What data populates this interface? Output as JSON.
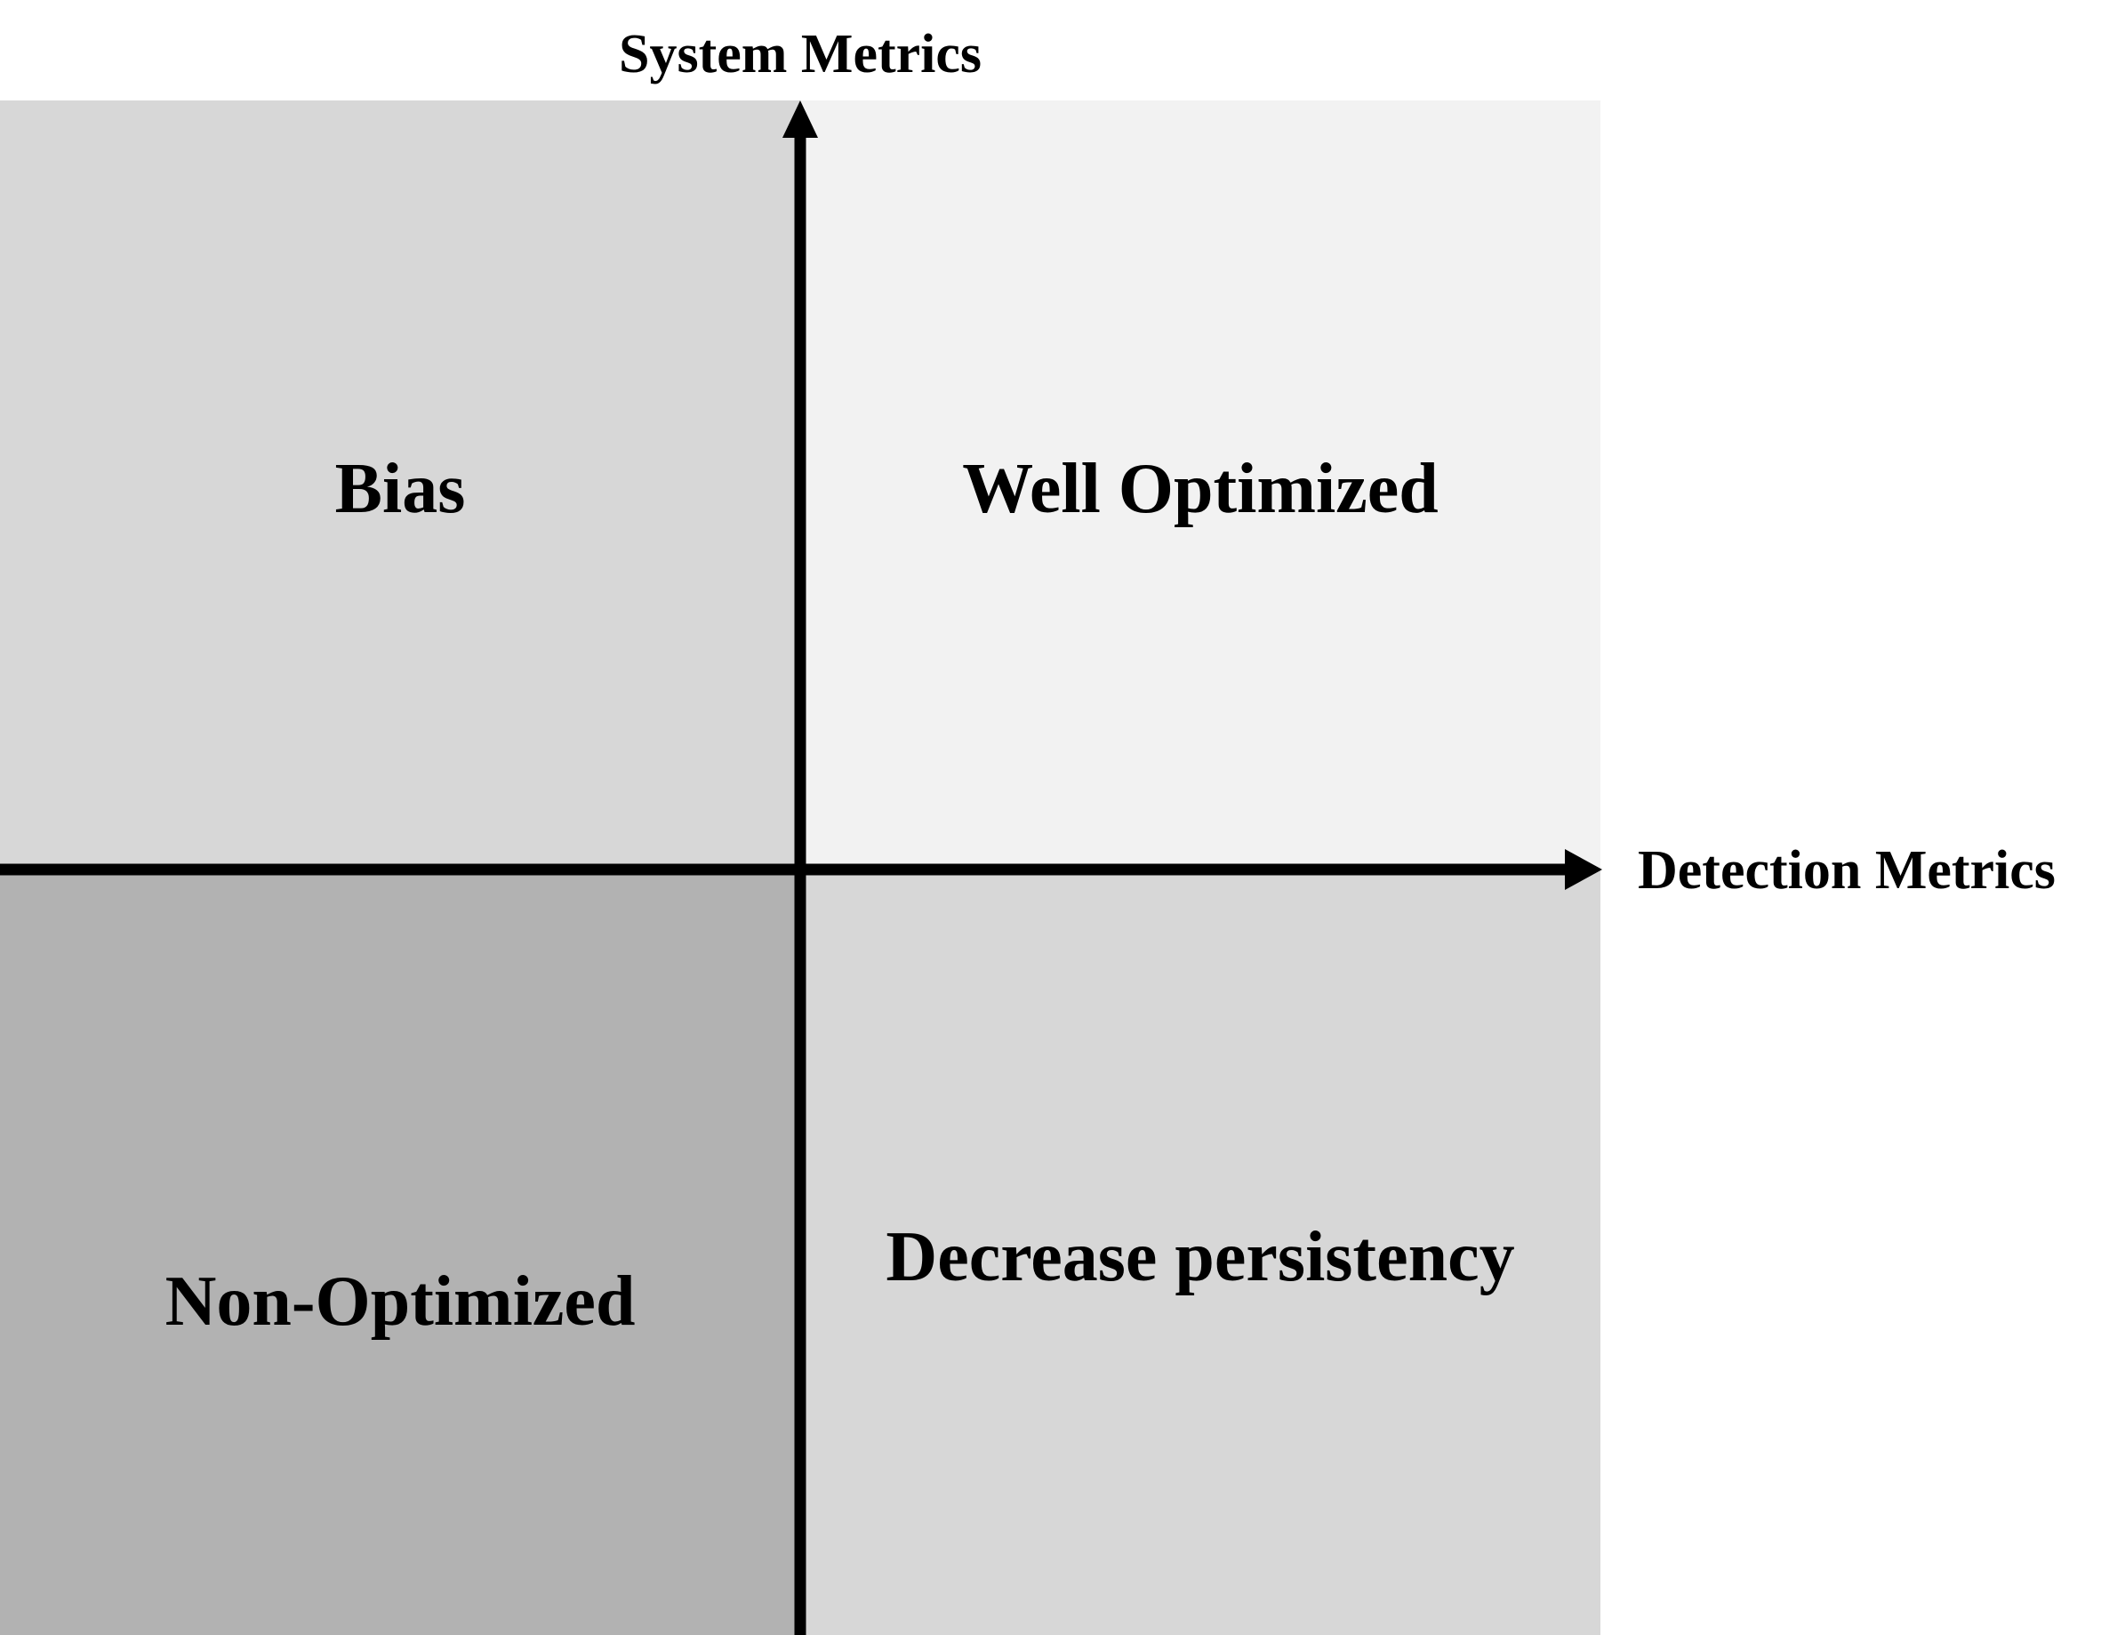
{
  "axes": {
    "x_title": "Detection Metrics",
    "y_title": "System Metrics"
  },
  "quadrants": {
    "top_left": {
      "label": "Bias",
      "color": "#d7d7d7"
    },
    "top_right": {
      "label": "Well Optimized",
      "color": "#f2f2f2"
    },
    "bottom_left": {
      "label": "Non-Optimized",
      "color": "#b2b2b2"
    },
    "bottom_right": {
      "label": "Decrease persistency",
      "color": "#d7d7d7"
    }
  },
  "colors": {
    "axis": "#000000",
    "background": "#ffffff"
  }
}
